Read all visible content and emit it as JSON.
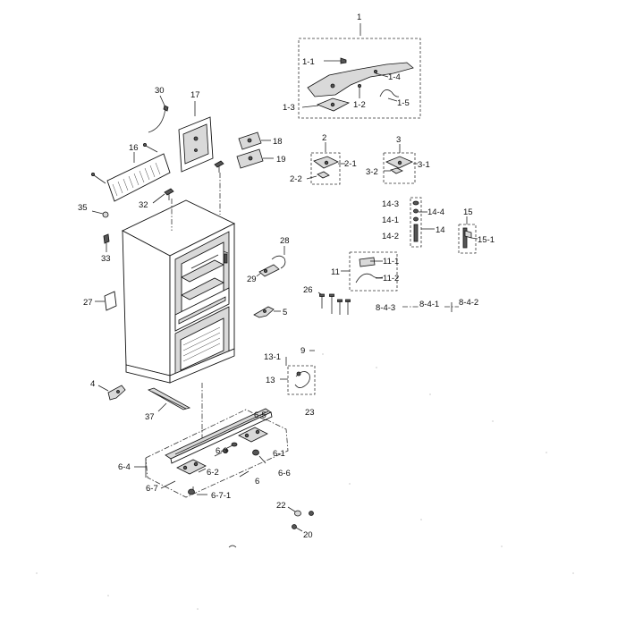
{
  "callouts": {
    "c1": "1",
    "c1_1": "1-1",
    "c1_2": "1-2",
    "c1_3": "1-3",
    "c1_4": "1-4",
    "c1_5": "1-5",
    "c2": "2",
    "c2_1": "2-1",
    "c2_2": "2-2",
    "c3": "3",
    "c3_1": "3-1",
    "c3_2": "3-2",
    "c4": "4",
    "c5": "5",
    "c6": "6",
    "c6_1": "6-1",
    "c6_2": "6-2",
    "c6_3": "6-3",
    "c6_4": "6-4",
    "c6_5": "6-5",
    "c6_6": "6-6",
    "c6_7": "6-7",
    "c6_7_1": "6-7-1",
    "c8_4_1": "8-4-1",
    "c8_4_2": "8-4-2",
    "c8_4_3": "8-4-3",
    "c9": "9",
    "c11": "11",
    "c11_1": "11-1",
    "c11_2": "11-2",
    "c13": "13",
    "c13_1": "13-1",
    "c14": "14",
    "c14_1": "14-1",
    "c14_2": "14-2",
    "c14_3": "14-3",
    "c14_4": "14-4",
    "c15": "15",
    "c15_1": "15-1",
    "c16": "16",
    "c17": "17",
    "c18": "18",
    "c19": "19",
    "c20": "20",
    "c22": "22",
    "c23": "23",
    "c26": "26",
    "c27": "27",
    "c28": "28",
    "c29": "29",
    "c30": "30",
    "c32": "32",
    "c33": "33",
    "c35": "35",
    "c37": "37"
  }
}
